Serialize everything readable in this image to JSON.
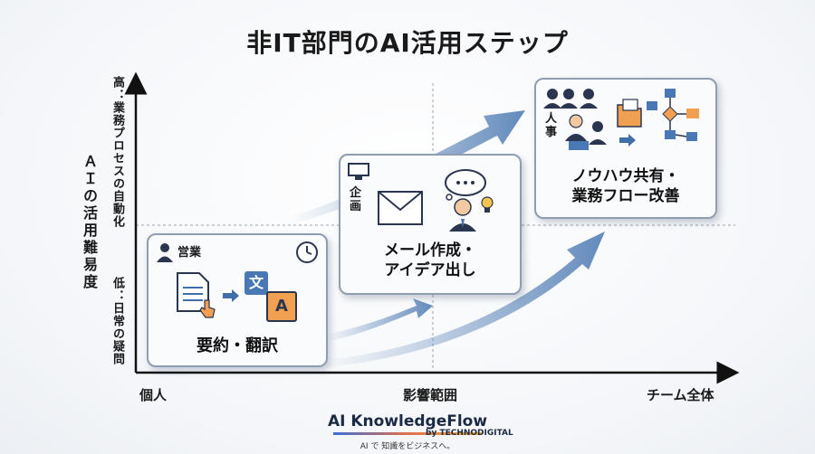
{
  "title": "非IT部門のAI活用ステップ",
  "axes": {
    "y_label": "ＡＩの活用難易度",
    "y_high": "高：業務プロセスの自動化",
    "y_low": "低：日常の疑問",
    "x_label_left": "個人",
    "x_label_center": "影響範囲",
    "x_label_right": "チーム全体"
  },
  "steps": [
    {
      "tag": "営業",
      "label": "要約・翻訳",
      "icons": [
        "person-icon",
        "clock-icon",
        "document-icon",
        "hand-pointer-icon",
        "translate-icon"
      ],
      "translate_glyph_1": "文",
      "translate_glyph_2": "A"
    },
    {
      "tag": "企画",
      "label_line1": "メール作成・",
      "label_line2": "アイデア出し",
      "icons": [
        "computer-icon",
        "envelope-icon",
        "thought-bubble-icon",
        "businessman-icon",
        "lightbulb-icon"
      ]
    },
    {
      "tag": "人事",
      "label_line1": "ノウハウ共有・",
      "label_line2": "業務フロー改善",
      "icons": [
        "team-icon",
        "folder-icon",
        "flowchart-icon"
      ]
    }
  ],
  "brand": {
    "name": "AI KnowledgeFlow",
    "by": "by TECHNODIGITAL",
    "tagline": "AI で 知識をビジネスへ。"
  },
  "colors": {
    "arrow": "#5a84b8",
    "card_border": "#8f9db0",
    "accent_orange": "#f0a050",
    "icon_blue": "#3f6fa8"
  }
}
